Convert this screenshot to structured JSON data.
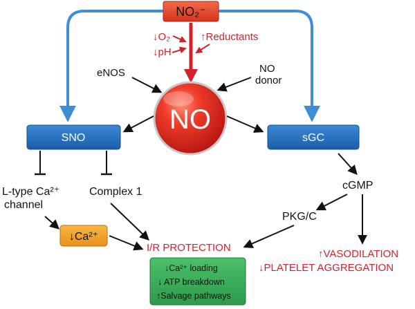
{
  "nodes": {
    "nitrite": "NO₂⁻",
    "no": "NO",
    "sno": "SNO",
    "sgc": "sGC",
    "enos": "eNOS",
    "no_donor": [
      "NO",
      "donor"
    ],
    "ltype": [
      "L-type Ca²⁺",
      "channel"
    ],
    "complex1": "Complex 1",
    "ca_box": "↓Ca²⁺",
    "cgmp": "cGMP",
    "pkg": "PKG/C",
    "ir_protection": "I/R PROTECTION",
    "green_lines": [
      "↓Ca²⁺ loading",
      "↓ ATP breakdown",
      "↑Salvage pathways"
    ],
    "vasodilation": "↑VASODILATION",
    "platelet": "↓PLATELET AGGREGATION"
  },
  "conditions": {
    "o2": "↓O₂",
    "ph": "↓pH",
    "reductants": "↑Reductants"
  },
  "colors": {
    "red_box": "#e8462c",
    "blue_box": "#1f6fbe",
    "blue_arrow": "#3d8ed6",
    "orange_box": "#f2a12a",
    "green_box": "#3aaa5a",
    "red_text": "#d4202c"
  }
}
